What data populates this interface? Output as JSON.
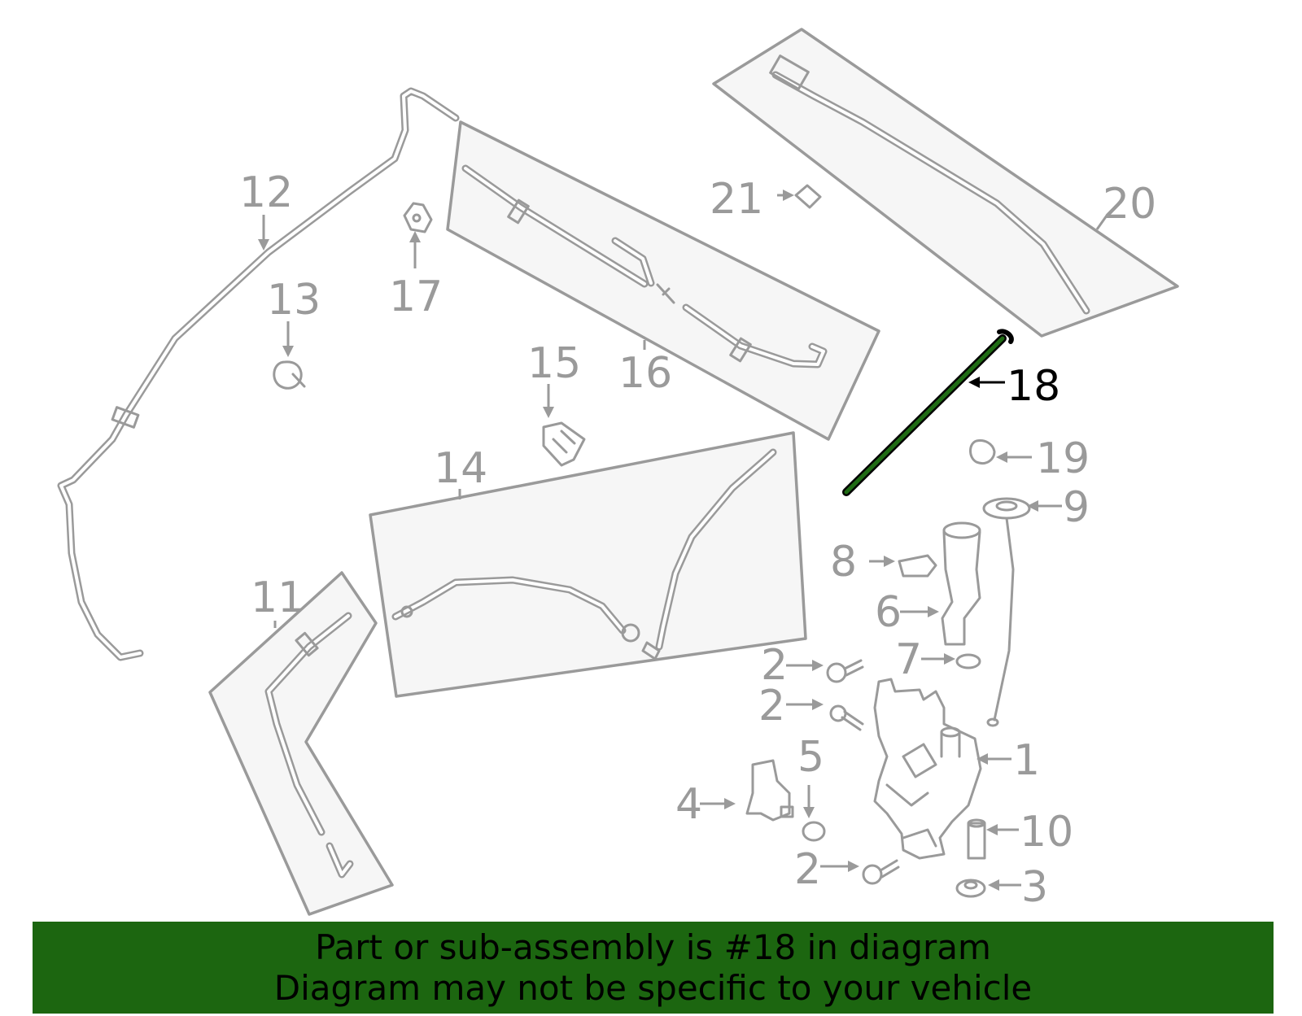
{
  "diagram": {
    "callouts": [
      {
        "id": "1",
        "text": "1"
      },
      {
        "id": "2a",
        "text": "2"
      },
      {
        "id": "2b",
        "text": "2"
      },
      {
        "id": "2c",
        "text": "2"
      },
      {
        "id": "3",
        "text": "3"
      },
      {
        "id": "4",
        "text": "4"
      },
      {
        "id": "5",
        "text": "5"
      },
      {
        "id": "6",
        "text": "6"
      },
      {
        "id": "7",
        "text": "7"
      },
      {
        "id": "8",
        "text": "8"
      },
      {
        "id": "9",
        "text": "9"
      },
      {
        "id": "10",
        "text": "10"
      },
      {
        "id": "11",
        "text": "11"
      },
      {
        "id": "12",
        "text": "12"
      },
      {
        "id": "13",
        "text": "13"
      },
      {
        "id": "14",
        "text": "14"
      },
      {
        "id": "15",
        "text": "15"
      },
      {
        "id": "16",
        "text": "16"
      },
      {
        "id": "17",
        "text": "17"
      },
      {
        "id": "18",
        "text": "18"
      },
      {
        "id": "19",
        "text": "19"
      },
      {
        "id": "20",
        "text": "20"
      },
      {
        "id": "21",
        "text": "21"
      }
    ],
    "highlighted_part": "18",
    "colors": {
      "part_gray": "#9a9a9a",
      "panel_fill": "#f6f6f6",
      "highlight_green": "#1f6b14",
      "footer_green": "#1c6610"
    }
  },
  "footer": {
    "line1": "Part or sub-assembly is #18 in diagram",
    "line2": "Diagram may not be specific to your vehicle"
  }
}
